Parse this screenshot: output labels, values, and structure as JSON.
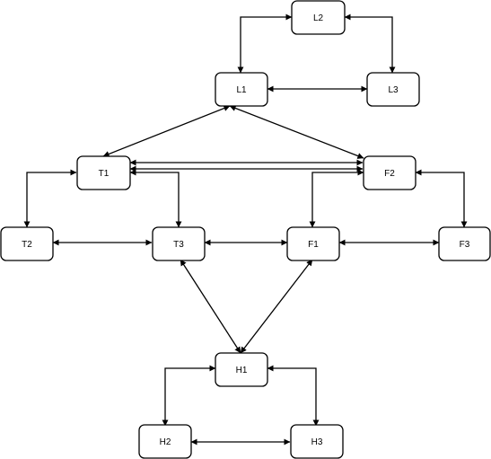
{
  "diagram": {
    "nodes": [
      {
        "id": "L2",
        "label": "L2"
      },
      {
        "id": "L1",
        "label": "L1"
      },
      {
        "id": "L3",
        "label": "L3"
      },
      {
        "id": "T1",
        "label": "T1"
      },
      {
        "id": "F2",
        "label": "F2"
      },
      {
        "id": "T2",
        "label": "T2"
      },
      {
        "id": "T3",
        "label": "T3"
      },
      {
        "id": "F1",
        "label": "F1"
      },
      {
        "id": "F3",
        "label": "F3"
      },
      {
        "id": "H1",
        "label": "H1"
      },
      {
        "id": "H2",
        "label": "H2"
      },
      {
        "id": "H3",
        "label": "H3"
      }
    ],
    "edges": [
      {
        "from": "L1",
        "to": "L2",
        "bidirectional": true
      },
      {
        "from": "L2",
        "to": "L3",
        "bidirectional": true
      },
      {
        "from": "L1",
        "to": "L3",
        "bidirectional": true
      },
      {
        "from": "L1",
        "to": "T1",
        "bidirectional": true
      },
      {
        "from": "L1",
        "to": "F2",
        "bidirectional": true
      },
      {
        "from": "T1",
        "to": "F2",
        "bidirectional": true
      },
      {
        "from": "T1",
        "to": "F2",
        "bidirectional": true
      },
      {
        "from": "T1",
        "to": "T2",
        "bidirectional": true
      },
      {
        "from": "T1",
        "to": "T3",
        "bidirectional": true
      },
      {
        "from": "F2",
        "to": "F1",
        "bidirectional": true
      },
      {
        "from": "F2",
        "to": "F3",
        "bidirectional": true
      },
      {
        "from": "T2",
        "to": "T3",
        "bidirectional": true
      },
      {
        "from": "T3",
        "to": "F1",
        "bidirectional": true
      },
      {
        "from": "F1",
        "to": "F3",
        "bidirectional": true
      },
      {
        "from": "T3",
        "to": "H1",
        "bidirectional": true
      },
      {
        "from": "F1",
        "to": "H1",
        "bidirectional": true
      },
      {
        "from": "H1",
        "to": "H2",
        "bidirectional": true
      },
      {
        "from": "H1",
        "to": "H3",
        "bidirectional": true
      },
      {
        "from": "H2",
        "to": "H3",
        "bidirectional": true
      }
    ],
    "colors": {
      "stroke": "#000000",
      "fill": "#ffffff",
      "text": "#000000"
    }
  }
}
